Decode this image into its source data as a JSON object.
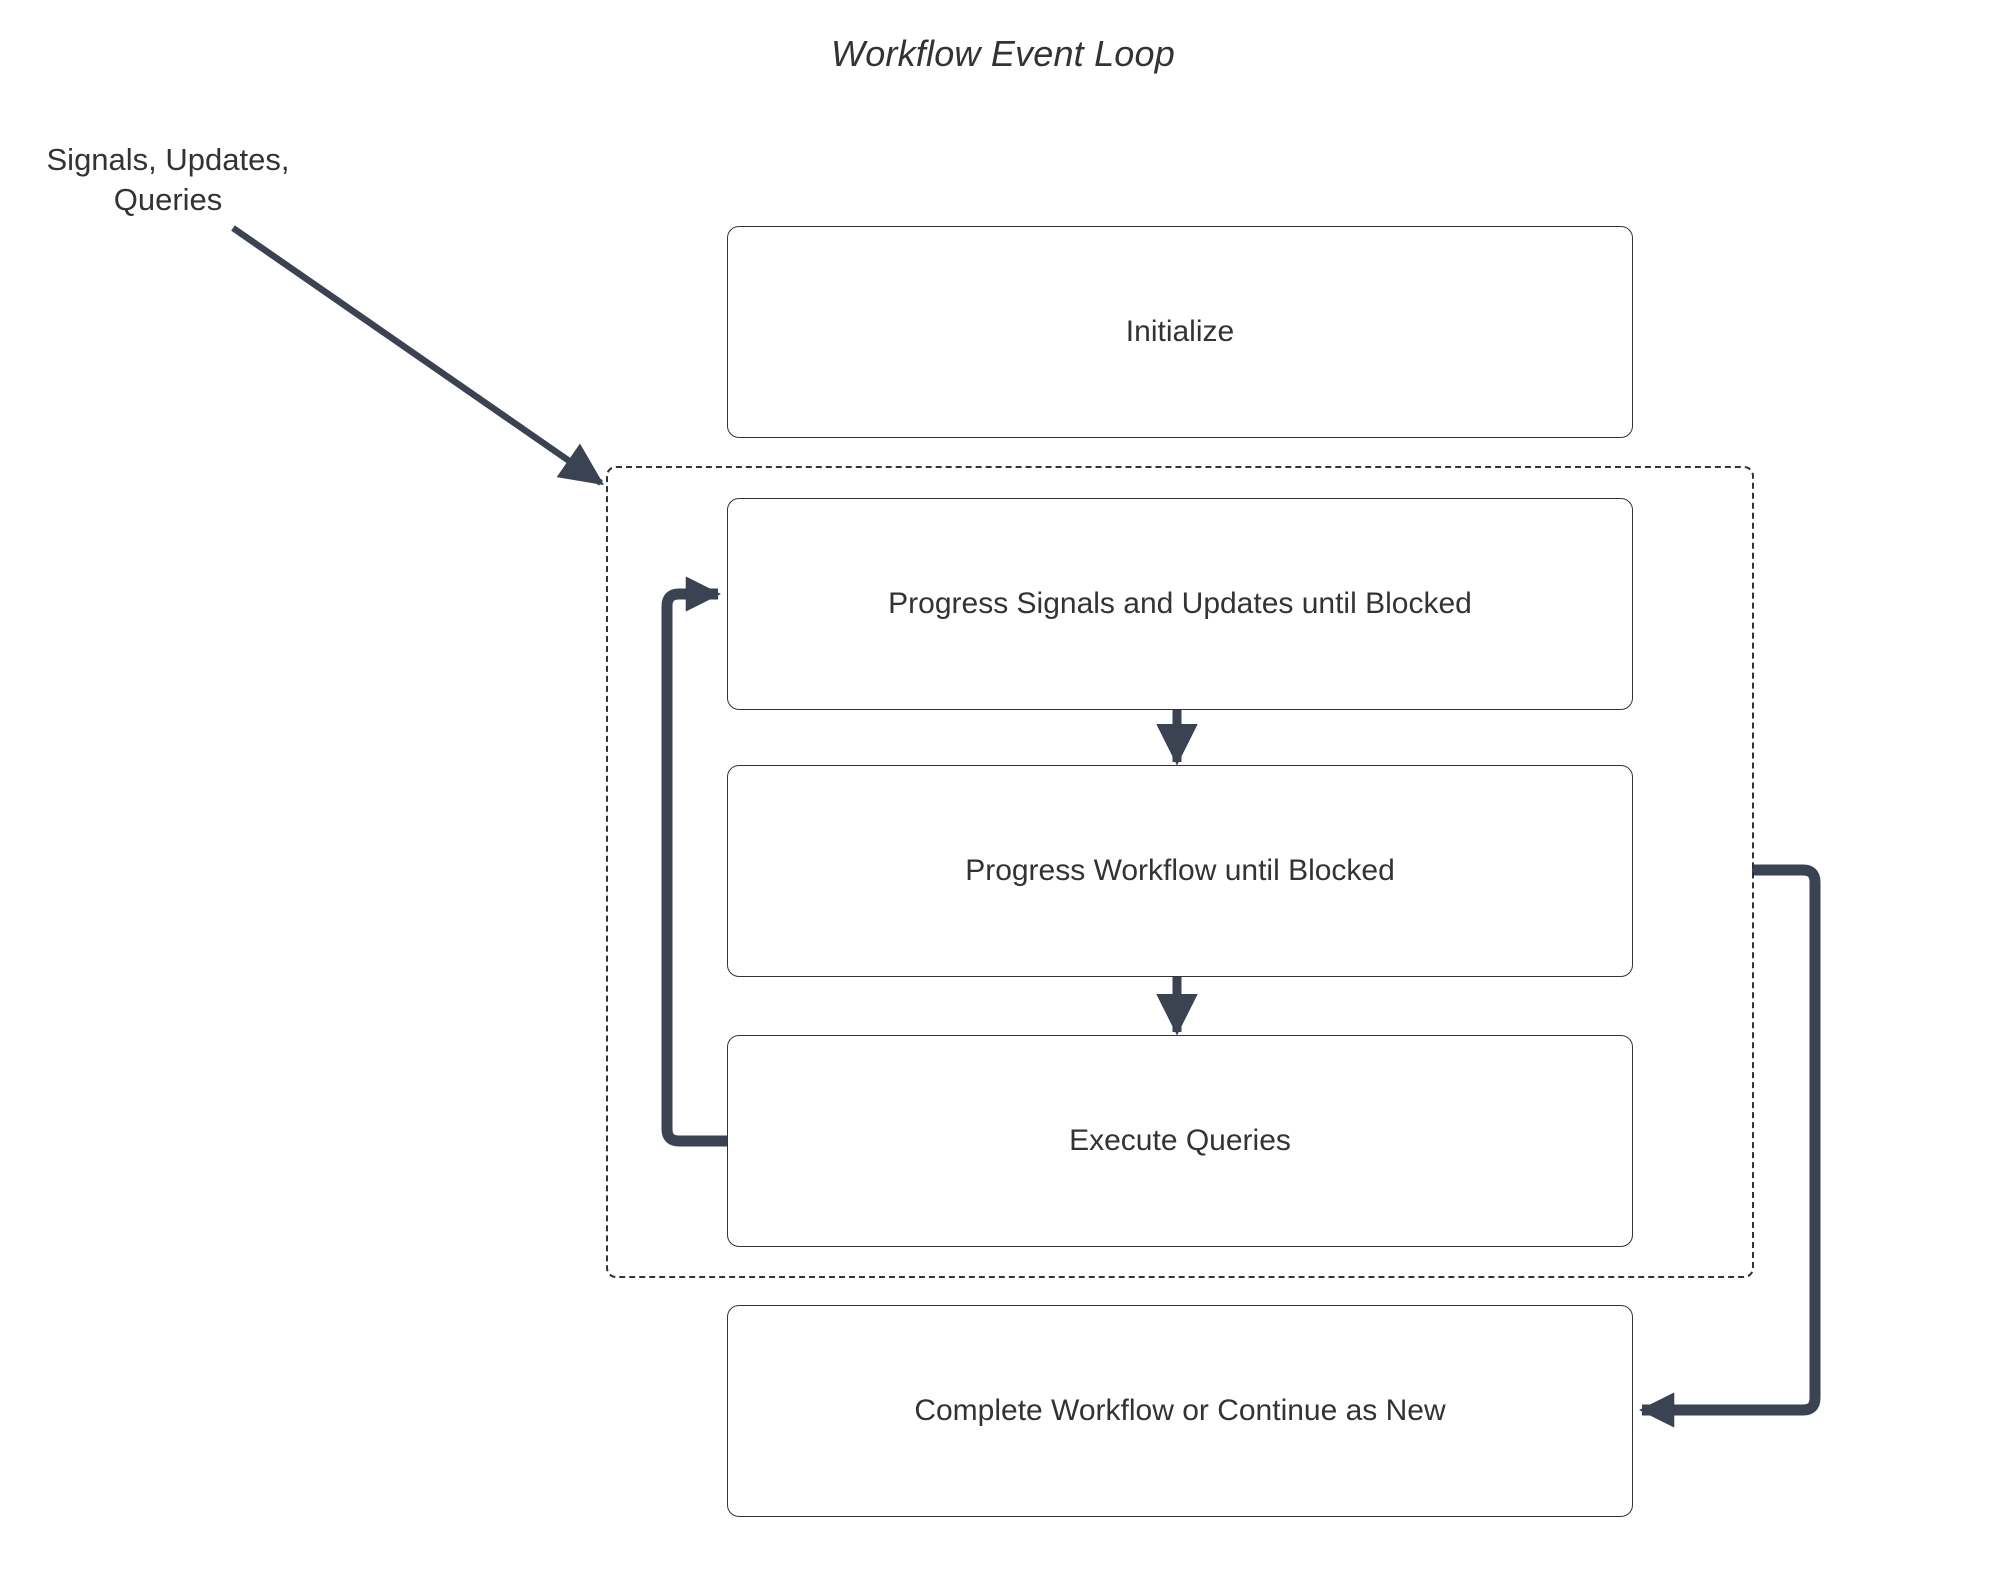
{
  "diagram": {
    "title": "Workflow Event Loop",
    "external_label": "Signals, Updates,\nQueries",
    "colors": {
      "edge": "#3b4252",
      "node_border": "#333333",
      "node_fill": "#ffffff",
      "text": "#333333",
      "container_border": "#333333",
      "background": "#ffffff"
    },
    "nodes": [
      {
        "id": "initialize",
        "label": "Initialize"
      },
      {
        "id": "progress_su",
        "label": "Progress Signals and Updates until Blocked"
      },
      {
        "id": "progress_wf",
        "label": "Progress Workflow until Blocked"
      },
      {
        "id": "execute_q",
        "label": "Execute Queries"
      },
      {
        "id": "complete",
        "label": "Complete Workflow or Continue as New"
      }
    ],
    "container": {
      "id": "event_loop",
      "style": "dashed",
      "label": ""
    },
    "edges": [
      {
        "from": "external_label",
        "to": "event_loop",
        "style": "solid-diagonal",
        "label": ""
      },
      {
        "from": "progress_su",
        "to": "progress_wf",
        "style": "solid-vertical",
        "label": ""
      },
      {
        "from": "progress_wf",
        "to": "execute_q",
        "style": "solid-vertical",
        "label": ""
      },
      {
        "from": "execute_q",
        "to": "progress_su",
        "style": "loop-left",
        "label": ""
      },
      {
        "from": "event_loop",
        "to": "complete",
        "style": "loop-right",
        "label": ""
      }
    ]
  }
}
